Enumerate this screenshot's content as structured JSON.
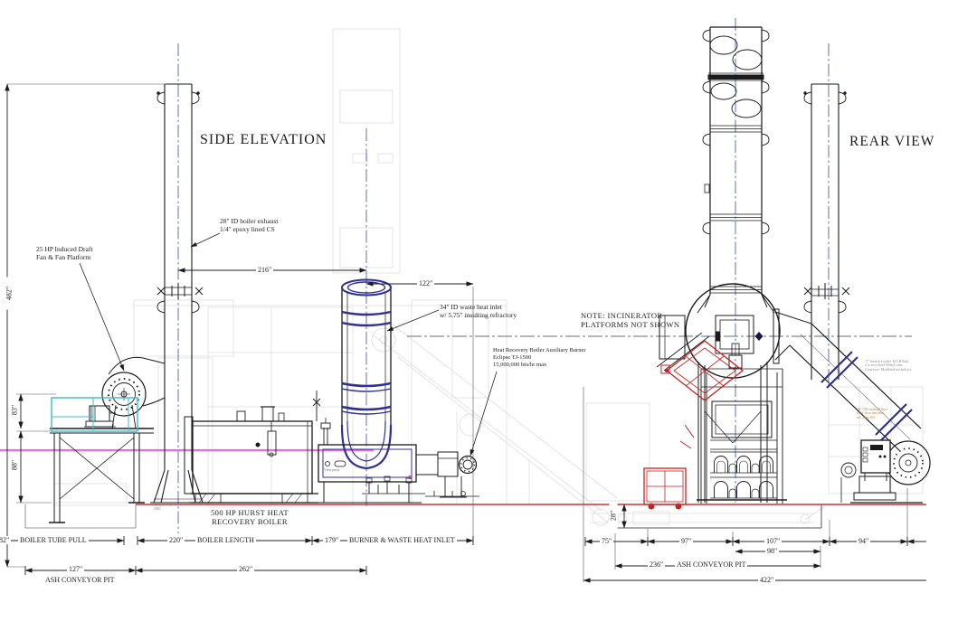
{
  "views": {
    "side": {
      "title": "SIDE ELEVATION"
    },
    "rear": {
      "title": "REAR VIEW"
    }
  },
  "callouts": {
    "fan_platform": "25 HP Induced Draft\nFan & Fan Platform",
    "boiler_exhaust": "28\" ID boiler exhaust\n1/4\" epoxy lined CS",
    "waste_heat_inlet": "34\" ID waste heat inlet\nw/ 5.75\" insulting refractory",
    "aux_burner": "Heat Recovery Boiler Auxiliary Burner\nEclipse TJ-1500\n15,000,000 btu/hr max",
    "platforms_note": "NOTE:  INCINERATOR\nPLATFORMS NOT SHOWN",
    "hurst_boiler": "500 HP HURST HEAT\nRECOVERY BOILER",
    "view_ports": "View ports",
    "stack_base_note": "GARWOOD\nARC",
    "rail_note": "17' Switch Loader 30 LB Rail\nc/w two Steel Wheel carts\nConveyor: Modified std and acc",
    "duct_note": "36\" OD inclined duct\nfield fit to fan inlet\nref. dwg 101"
  },
  "dims": {
    "side_height": "482\"",
    "fan_upper": "83\"",
    "fan_lower": "88\"",
    "stack_to_inlet": "216\"",
    "inlet_to_face": "122\"",
    "tube_pull_value": "82\"",
    "tube_pull_label": "BOILER TUBE PULL",
    "boiler_len_value": "220\"",
    "boiler_len_label": "BOILER LENGTH",
    "burner_value": "179\"",
    "burner_label": "BURNER & WASTE HEAT INLET",
    "pit_left_value": "127\"",
    "pit_left_label": "ASH CONVEYOR PIT",
    "overall_left": "262\"",
    "pit_depth": "28\"",
    "rear_d1": "75\"",
    "rear_d2": "97\"",
    "rear_d3": "107\"",
    "rear_d4": "94\"",
    "rear_d5": "98\"",
    "rear_pit_value": "236\"",
    "rear_pit_label": "ASH CONVEYOR PIT",
    "rear_overall": "422\""
  },
  "colors": {
    "line_black": "#1b1b1b",
    "flange_blue": "#2f2f96",
    "centerline_blue": "#5560a8",
    "platform_cyan": "#3fb8cc",
    "reference_magenta": "#df6fdf",
    "grade_red": "#cc3333",
    "annotation_red": "#c22222",
    "ghost_gray": "#8a8a8a",
    "note_orange": "#b5853f"
  }
}
